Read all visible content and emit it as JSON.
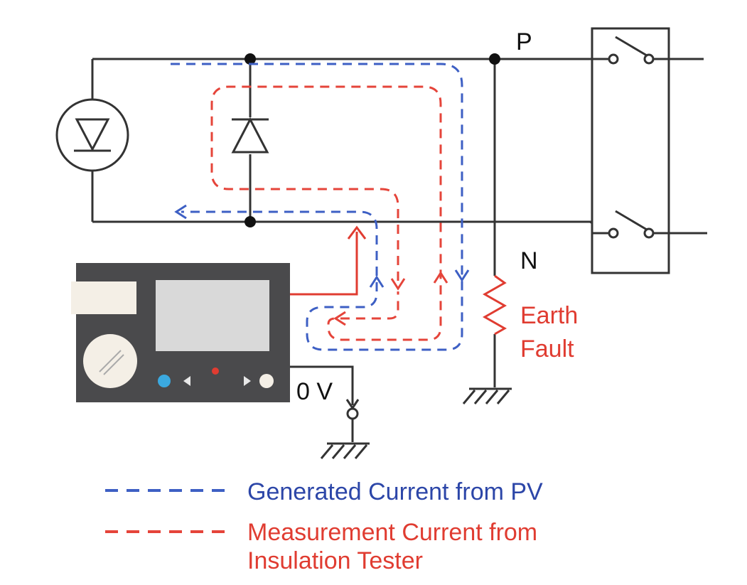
{
  "labels": {
    "positive_node": "P",
    "negative_node": "N",
    "earth_fault_line1": "Earth",
    "earth_fault_line2": "Fault",
    "zero_volt": "0 V"
  },
  "legend": {
    "generated_current": "Generated Current from PV",
    "measurement_current_line1": "Measurement Current from",
    "measurement_current_line2": "Insulation Tester"
  },
  "colors": {
    "generated_current": "#3d5fc4",
    "measurement_current": "#e5443a",
    "wire": "#333333",
    "tester_body": "#4a4a4c",
    "tester_screen": "#d9d9d9",
    "tester_label": "#f4efe6",
    "tester_button_left": "#3ba9e0",
    "tester_button_center": "#e03c31",
    "tester_button_right": "#f4efe6"
  },
  "icons": {
    "pv_module": "pv-module-icon",
    "bypass_diode": "bypass-diode-icon",
    "breaker": "breaker-switch-icon",
    "earth_fault_resistor": "resistor-icon",
    "ground": "ground-icon",
    "insulation_tester": "insulation-tester-icon"
  }
}
